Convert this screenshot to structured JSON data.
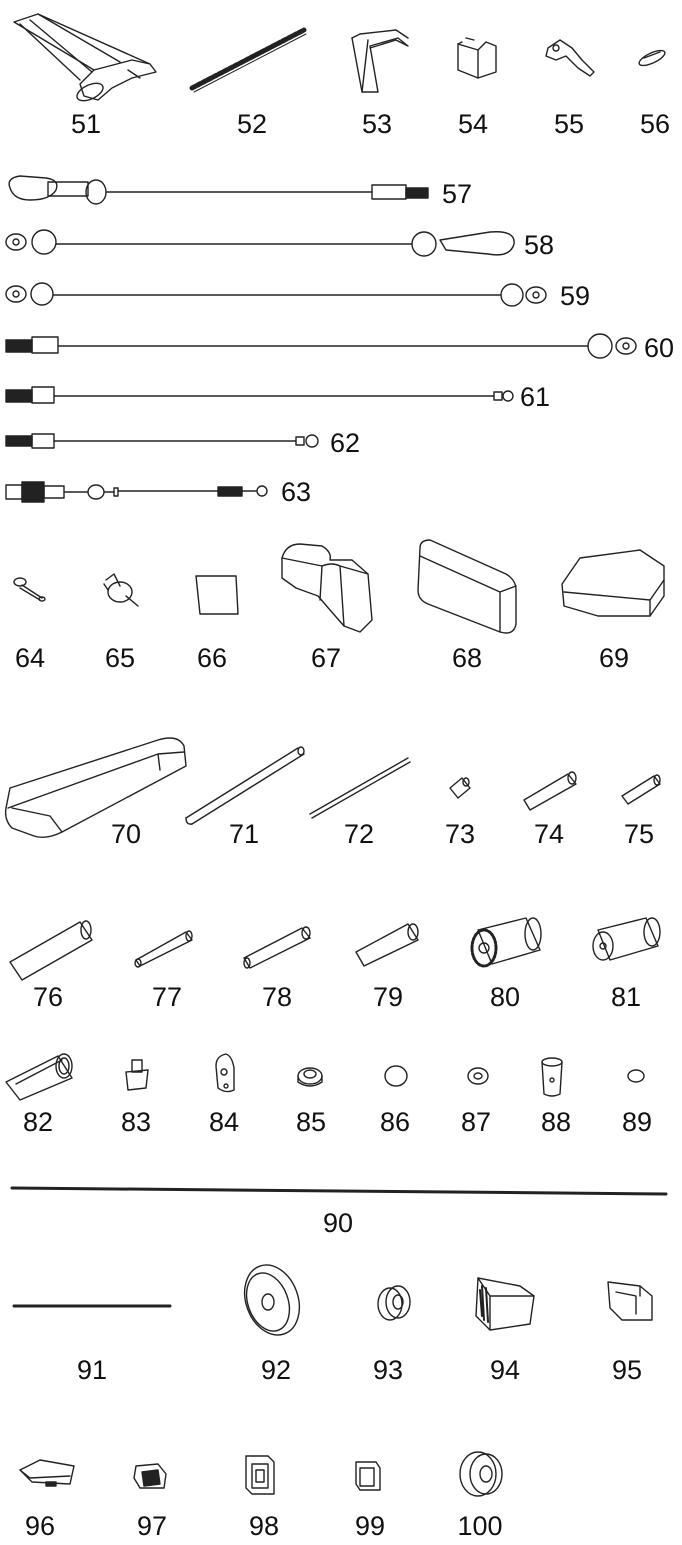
{
  "parts": [
    {
      "id": "p51",
      "label": "51"
    },
    {
      "id": "p52",
      "label": "52"
    },
    {
      "id": "p53",
      "label": "53"
    },
    {
      "id": "p54",
      "label": "54"
    },
    {
      "id": "p55",
      "label": "55"
    },
    {
      "id": "p56",
      "label": "56"
    },
    {
      "id": "p57",
      "label": "57"
    },
    {
      "id": "p58",
      "label": "58"
    },
    {
      "id": "p59",
      "label": "59"
    },
    {
      "id": "p60",
      "label": "60"
    },
    {
      "id": "p61",
      "label": "61"
    },
    {
      "id": "p62",
      "label": "62"
    },
    {
      "id": "p63",
      "label": "63"
    },
    {
      "id": "p64",
      "label": "64"
    },
    {
      "id": "p65",
      "label": "65"
    },
    {
      "id": "p66",
      "label": "66"
    },
    {
      "id": "p67",
      "label": "67"
    },
    {
      "id": "p68",
      "label": "68"
    },
    {
      "id": "p69",
      "label": "69"
    },
    {
      "id": "p70",
      "label": "70"
    },
    {
      "id": "p71",
      "label": "71"
    },
    {
      "id": "p72",
      "label": "72"
    },
    {
      "id": "p73",
      "label": "73"
    },
    {
      "id": "p74",
      "label": "74"
    },
    {
      "id": "p75",
      "label": "75"
    },
    {
      "id": "p76",
      "label": "76"
    },
    {
      "id": "p77",
      "label": "77"
    },
    {
      "id": "p78",
      "label": "78"
    },
    {
      "id": "p79",
      "label": "79"
    },
    {
      "id": "p80",
      "label": "80"
    },
    {
      "id": "p81",
      "label": "81"
    },
    {
      "id": "p82",
      "label": "82"
    },
    {
      "id": "p83",
      "label": "83"
    },
    {
      "id": "p84",
      "label": "84"
    },
    {
      "id": "p85",
      "label": "85"
    },
    {
      "id": "p86",
      "label": "86"
    },
    {
      "id": "p87",
      "label": "87"
    },
    {
      "id": "p88",
      "label": "88"
    },
    {
      "id": "p89",
      "label": "89"
    },
    {
      "id": "p90",
      "label": "90"
    },
    {
      "id": "p91",
      "label": "91"
    },
    {
      "id": "p92",
      "label": "92"
    },
    {
      "id": "p93",
      "label": "93"
    },
    {
      "id": "p94",
      "label": "94"
    },
    {
      "id": "p95",
      "label": "95"
    },
    {
      "id": "p96",
      "label": "96"
    },
    {
      "id": "p97",
      "label": "97"
    },
    {
      "id": "p98",
      "label": "98"
    },
    {
      "id": "p99",
      "label": "99"
    },
    {
      "id": "p100",
      "label": "100"
    }
  ]
}
